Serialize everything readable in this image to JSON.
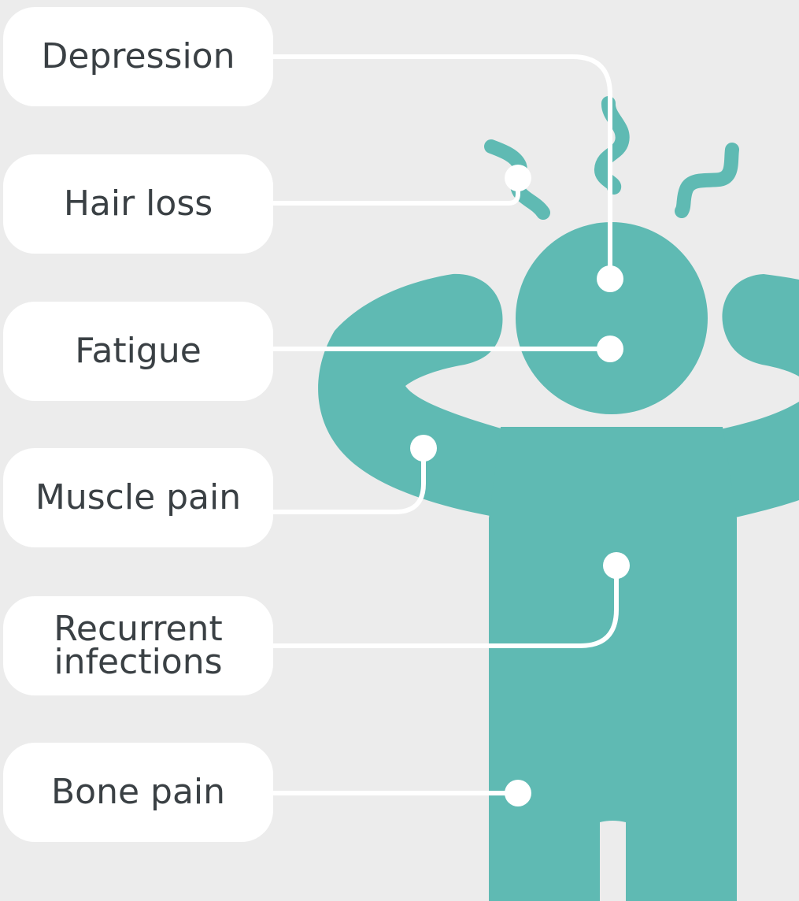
{
  "colors": {
    "background": "#ececec",
    "body": "#5fbab3",
    "callout": "#ffffff",
    "text": "#3a4044"
  },
  "symptoms": [
    {
      "label": "Depression",
      "body_part": "head"
    },
    {
      "label": "Hair loss",
      "body_part": "hair"
    },
    {
      "label": "Fatigue",
      "body_part": "head"
    },
    {
      "label": "Muscle pain",
      "body_part": "arm"
    },
    {
      "label": "Recurrent infections",
      "body_part": "torso"
    },
    {
      "label": "Bone pain",
      "body_part": "leg"
    }
  ]
}
